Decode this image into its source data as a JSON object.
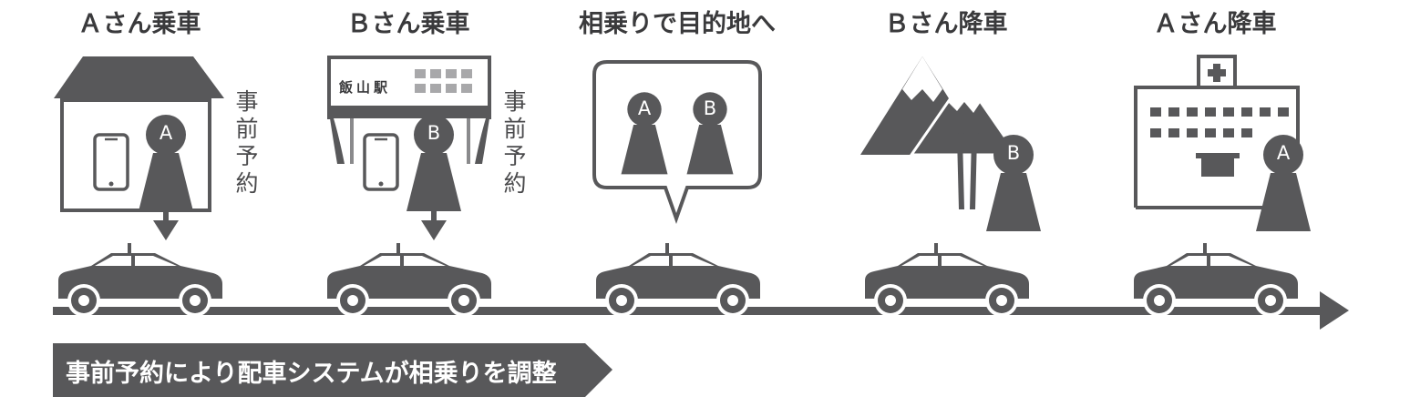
{
  "stages": [
    {
      "title": "Ａさん乗車",
      "note": "事前予約"
    },
    {
      "title": "Ｂさん乗車",
      "note": "事前予約",
      "station_sign": "飯山駅"
    },
    {
      "title": "相乗りで目的地へ"
    },
    {
      "title": "Ｂさん降車"
    },
    {
      "title": "Ａさん降車"
    }
  ],
  "passengers": {
    "a": "A",
    "b": "B"
  },
  "banner": {
    "text": "事前予約により配車システムが相乗りを調整"
  },
  "colors": {
    "icon": "#58585a",
    "text": "#3a3a3c",
    "background": "#ffffff"
  },
  "icons": [
    "house-icon",
    "station-icon",
    "speech-bubble-icon",
    "mountain-icon",
    "hospital-icon",
    "taxi-icon",
    "smartphone-icon",
    "person-pin-icon",
    "arrow-down-icon",
    "timeline-arrow-icon"
  ]
}
